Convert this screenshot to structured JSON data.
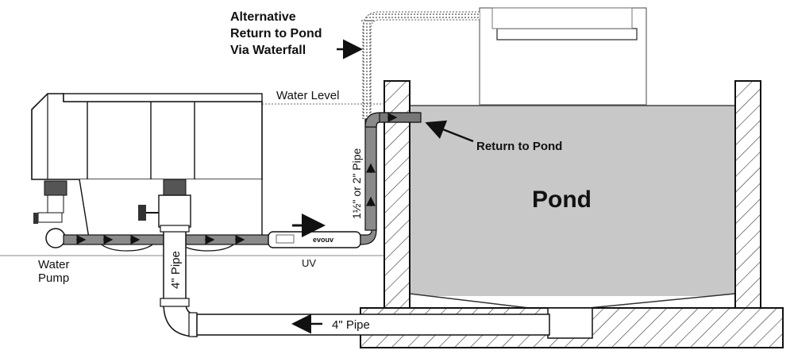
{
  "labels": {
    "alt_return_line1": "Alternative",
    "alt_return_line2": "Return to Pond",
    "alt_return_line3": "Via Waterfall",
    "water_level": "Water Level",
    "return_to_pond": "Return to Pond",
    "pond": "Pond",
    "vertical_pipe": "1½\" or 2\" Pipe",
    "uv": "UV",
    "bottom_pipe": "4\" Pipe",
    "drop_pipe": "4\" Pipe",
    "water_pump_line1": "Water",
    "water_pump_line2": "Pump",
    "uv_brand": "evouv"
  },
  "colors": {
    "pond_water": "#c8c8c8",
    "pipe_fill": "#8a8a8a",
    "outline": "#111111",
    "hatch": "#333333"
  }
}
